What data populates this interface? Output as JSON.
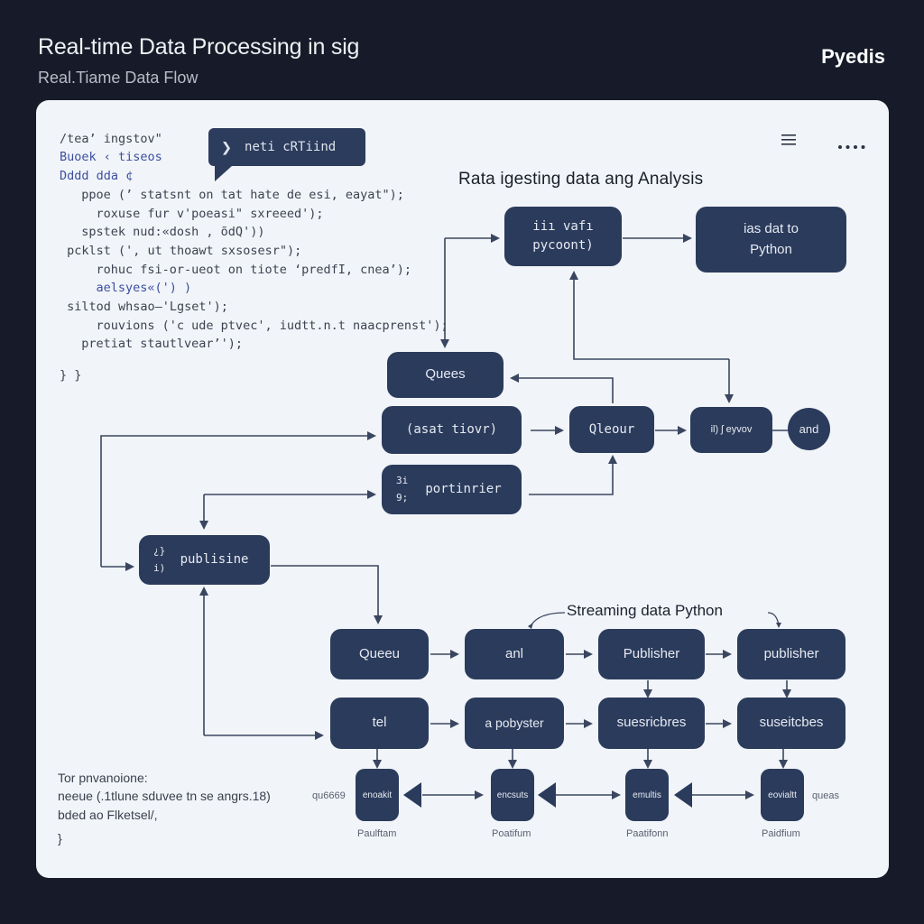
{
  "header": {
    "title": "Real-time Data Processing in sig",
    "subtitle": "Real.Tiame Data Flow",
    "brand": "Pyedis"
  },
  "toolbar": {
    "menu_icon": "hamburger-menu-icon",
    "more_icon": "more-options-icon"
  },
  "tooltip": {
    "icon": "chevron-right-icon",
    "text": "neti cRTiind"
  },
  "code_lines": [
    "/tea’ ingstov\"",
    "Buoek ‹ tiseos",
    "Dddd dda ¢",
    "  ppoe (’ statsnt on tat hate de esi, eayat\");",
    "    roxuse fur v'poeasi\" sxreeed');",
    "  spstek nud:«dosh , õdQ'))",
    " pcklst (', ut thoawt sxsosesr\");",
    "    rohuc fsi-or-ueot on tiote ‘predfI, cnea’);",
    "    aelsyes«(') )",
    " siltod whsao—'Lgset');",
    "    rouvions ('c ude ptvec', iudtt.n.t naacprenst');",
    "  pretiat stautlvear’');",
    "} }"
  ],
  "diagram": {
    "title": "Rata igesting data ang Analysis",
    "stream_label": "Streaming data Python",
    "nodes": {
      "top_left": {
        "line1": "iiı vafı",
        "line2": "pycoont)"
      },
      "top_right": {
        "line1": "ias dat to",
        "line2": "Python"
      },
      "queue_a": "Quees",
      "action": "(asat tiovr)",
      "qleour": "Qleour",
      "pythov": "il) ʃ eyvov",
      "and": "and",
      "portifier": {
        "side1": "3i",
        "side2": "9;",
        "label": "portinrier"
      },
      "publisher_left": {
        "side1": "¿}",
        "side2": "i)",
        "label": "publisine"
      },
      "row1": [
        "Queeu",
        "anl",
        "Publisher",
        "publisher"
      ],
      "row2": [
        "tel",
        "a pobyster",
        "suesricbres",
        "suseitcbes"
      ],
      "row3": [
        "enoakit",
        "encsuts",
        "emultis",
        "eovialtt"
      ]
    },
    "row3_left_label": "qu6669",
    "row3_right_label": "queas",
    "platform_labels": [
      "Paulftam",
      "Poatifum",
      "Paatifonn",
      "Paidfium"
    ]
  },
  "notes": {
    "line1": "Tor pnvanoione:",
    "line2": "neeue (.1tlune sduvee tn se angrs.18)",
    "line3": "bded ao Flketsel/,",
    "line4": "}"
  },
  "colors": {
    "background": "#171b29",
    "card": "#f1f4f8",
    "node": "#2b3b5c",
    "arrow": "#3a4660"
  }
}
